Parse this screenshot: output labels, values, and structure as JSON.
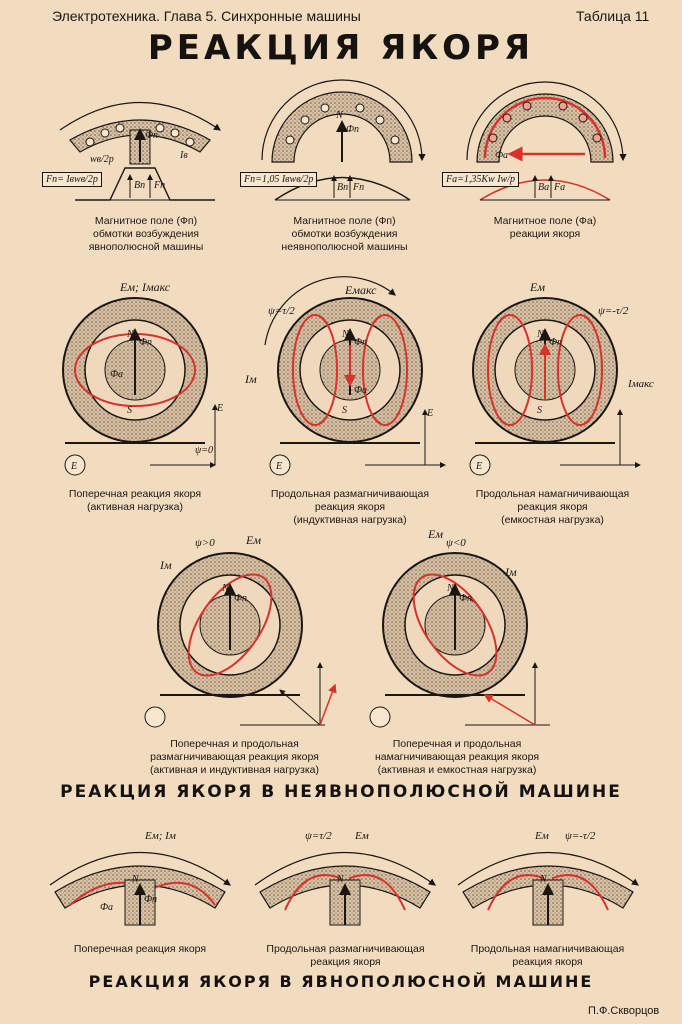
{
  "header": {
    "left": "Электротехника. Глава 5. Синхронные машины",
    "right": "Таблица 11"
  },
  "title": "РЕАКЦИЯ ЯКОРЯ",
  "top_row": [
    {
      "formula": "Fп= Iвwв/2p",
      "lines": [
        "Магнитное поле (Фп)",
        "обмотки возбуждения",
        "явнополюсной машины"
      ]
    },
    {
      "formula": "Fп=1,05 Iвwв/2p",
      "lines": [
        "Магнитное поле (Фп)",
        "обмотки возбуждения",
        "неявнополюсной машины"
      ]
    },
    {
      "formula": "Fа=1,35Kw Iw/p",
      "lines": [
        "Магнитное поле (Фа)",
        "реакции якоря"
      ]
    }
  ],
  "middle_row": [
    {
      "lines": [
        "Поперечная реакция якоря",
        "(активная нагрузка)"
      ],
      "top_label": "Eм; Iмакс"
    },
    {
      "lines": [
        "Продольная размагничивающая",
        "реакция якоря",
        "(индуктивная нагрузка)"
      ],
      "top_label": "Eмакс",
      "side_label": "Iм",
      "angle": "ψ=τ/2"
    },
    {
      "lines": [
        "Продольная намагничивающая",
        "реакция якоря",
        "(емкостная нагрузка)"
      ],
      "top_label": "Eм",
      "side_label": "Iмакс",
      "angle": "ψ=-τ/2"
    }
  ],
  "lower_row": [
    {
      "lines": [
        "Поперечная и продольная",
        "размагничивающая реакция якоря",
        "(активная и индуктивная нагрузка)"
      ],
      "angle": "ψ>0",
      "top_label": "Eм",
      "side_label": "Iм"
    },
    {
      "lines": [
        "Поперечная и продольная",
        "намагничивающая реакция якоря",
        "(активная и емкостная нагрузка)"
      ],
      "angle": "ψ<0",
      "top_label": "Eм",
      "side_label": "Iм"
    }
  ],
  "section1_title": "РЕАКЦИЯ ЯКОРЯ В НЕЯВНОПОЛЮСНОЙ МАШИНЕ",
  "bottom_row": [
    {
      "lines": [
        "Поперечная реакция якоря"
      ],
      "top_label": "Eм; Iм"
    },
    {
      "lines": [
        "Продольная размагничивающая",
        "реакция якоря"
      ],
      "top_label": "Eм",
      "angle": "ψ=τ/2"
    },
    {
      "lines": [
        "Продольная намагничивающая",
        "реакция якоря"
      ],
      "top_label": "Eм",
      "angle": "ψ=-τ/2"
    }
  ],
  "section2_title": "РЕАКЦИЯ ЯКОРЯ В ЯВНОПОЛЮСНОЙ МАШИНЕ",
  "signature": "П.Ф.Скворцов",
  "colors": {
    "paper": "#f2dcc0",
    "ink": "#1c1612",
    "red": "#d8322a",
    "stipple": "#8a7868"
  }
}
